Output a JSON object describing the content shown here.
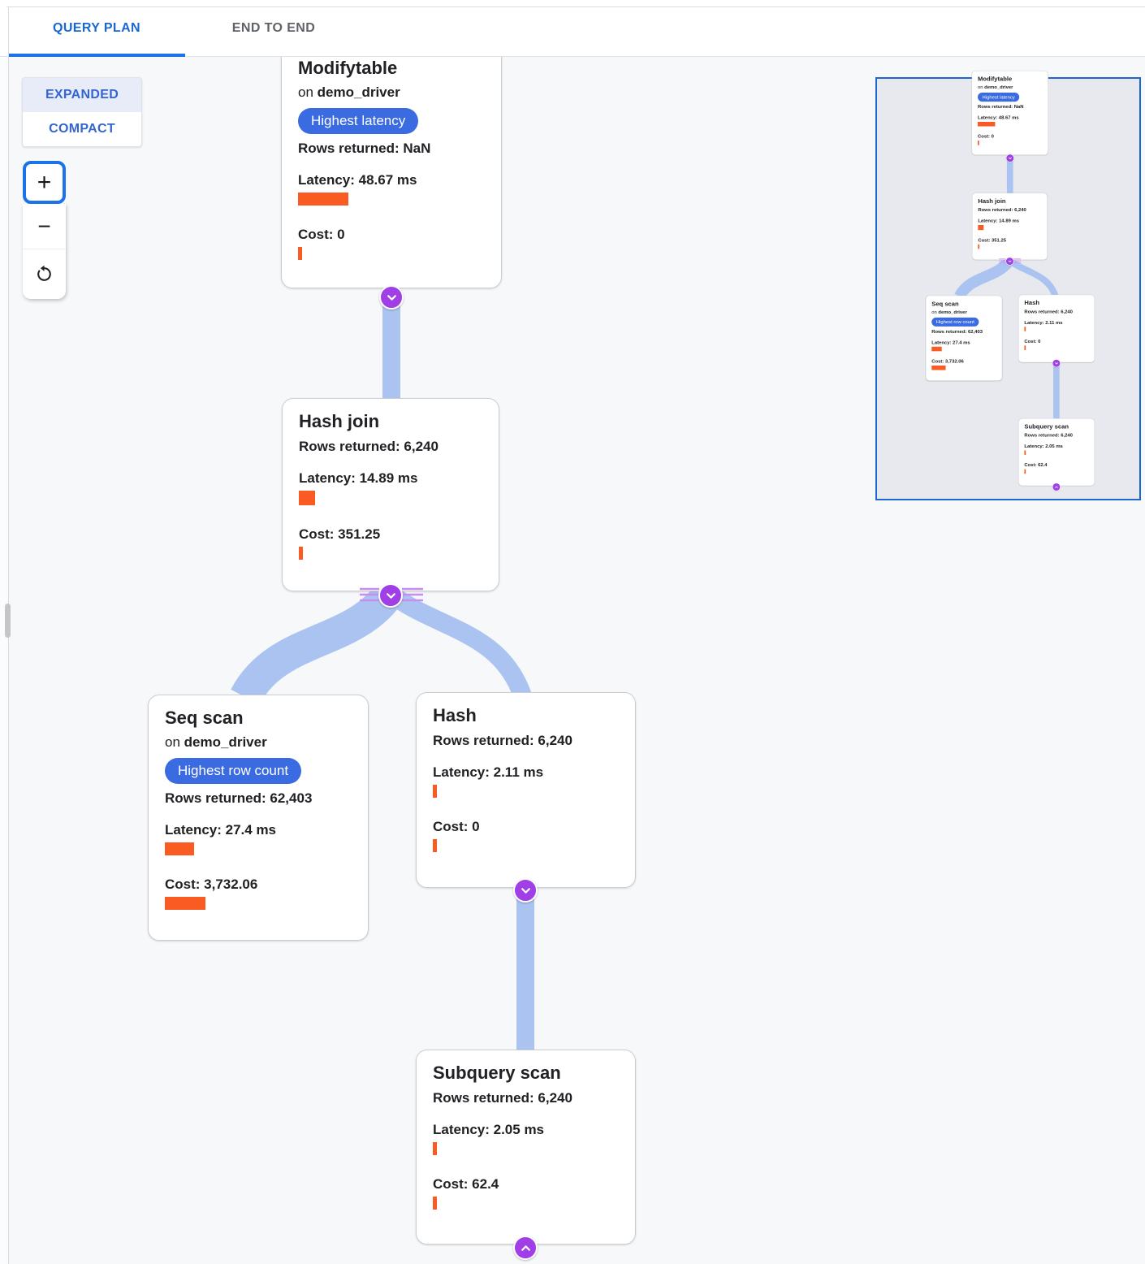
{
  "tabs": {
    "query_plan": "QUERY PLAN",
    "end_to_end": "END TO END"
  },
  "view_modes": {
    "expanded": "EXPANDED",
    "compact": "COMPACT"
  },
  "zoom_controls": {
    "zoom_in": "+",
    "zoom_out": "−"
  },
  "nodes": {
    "modifytable": {
      "title": "Modifytable",
      "on_prefix": "on",
      "table_name": "demo_driver",
      "badge": "Highest latency",
      "rows": "Rows returned: NaN",
      "latency": "Latency: 48.67 ms",
      "cost": "Cost: 0",
      "latency_bar_style": "width:62px",
      "cost_bar_style": "width:5px"
    },
    "hash_join": {
      "title": "Hash join",
      "rows": "Rows returned: 6,240",
      "latency": "Latency: 14.89 ms",
      "cost": "Cost: 351.25",
      "latency_bar_style": "width:20px;height:18px",
      "cost_bar_style": "width:5px"
    },
    "seq_scan": {
      "title": "Seq scan",
      "on_prefix": "on",
      "table_name": "demo_driver",
      "badge": "Highest row count",
      "rows": "Rows returned: 62,403",
      "latency": "Latency: 27.4 ms",
      "cost": "Cost: 3,732.06",
      "latency_bar_style": "width:36px",
      "cost_bar_style": "width:50px"
    },
    "hash": {
      "title": "Hash",
      "rows": "Rows returned: 6,240",
      "latency": "Latency: 2.11 ms",
      "cost": "Cost: 0",
      "latency_bar_style": "width:5px",
      "cost_bar_style": "width:5px"
    },
    "subquery_scan": {
      "title": "Subquery scan",
      "rows": "Rows returned: 6,240",
      "latency": "Latency: 2.05 ms",
      "cost": "Cost: 62.4",
      "latency_bar_style": "width:5px",
      "cost_bar_style": "width:5px"
    }
  },
  "colors": {
    "accent_blue": "#1a73e8",
    "tab_active_blue": "#1967d2",
    "badge_blue": "#3a6be0",
    "bar_orange": "#f95b22",
    "edge_blue": "#aac3f0",
    "connector_purple": "#a03fe6",
    "minimap_border_blue": "#1b66d0"
  }
}
